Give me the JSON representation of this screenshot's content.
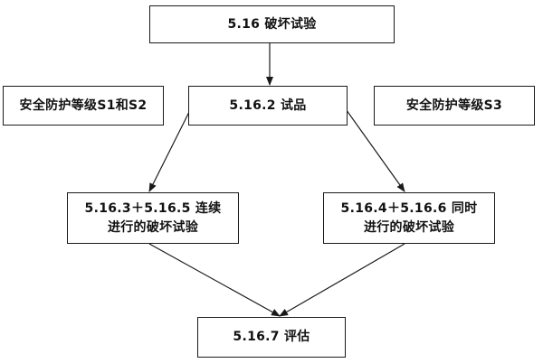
{
  "diagram": {
    "nodes": {
      "test_root": {
        "lines": [
          "5.16  破坏试验"
        ]
      },
      "specimen": {
        "lines": [
          "5.16.2  试品"
        ]
      },
      "level_s1_s2": {
        "lines": [
          "安全防护等级S1和S2"
        ]
      },
      "level_s3": {
        "lines": [
          "安全防护等级S3"
        ]
      },
      "continuous_test": {
        "lines": [
          "5.16.3＋5.16.5  连续",
          "进行的破坏试验"
        ]
      },
      "simultaneous_test": {
        "lines": [
          "5.16.4＋5.16.6  同时",
          "进行的破坏试验"
        ]
      },
      "assessment": {
        "lines": [
          "5.16.7  评估"
        ]
      }
    },
    "edges": [
      {
        "from": "test_root",
        "to": "specimen"
      },
      {
        "from": "specimen",
        "to": "continuous_test"
      },
      {
        "from": "specimen",
        "to": "simultaneous_test"
      },
      {
        "from": "continuous_test",
        "to": "assessment"
      },
      {
        "from": "simultaneous_test",
        "to": "assessment"
      }
    ],
    "colors": {
      "stroke": "#1a1a1a",
      "fill": "#ffffff",
      "text": "#111111"
    }
  }
}
